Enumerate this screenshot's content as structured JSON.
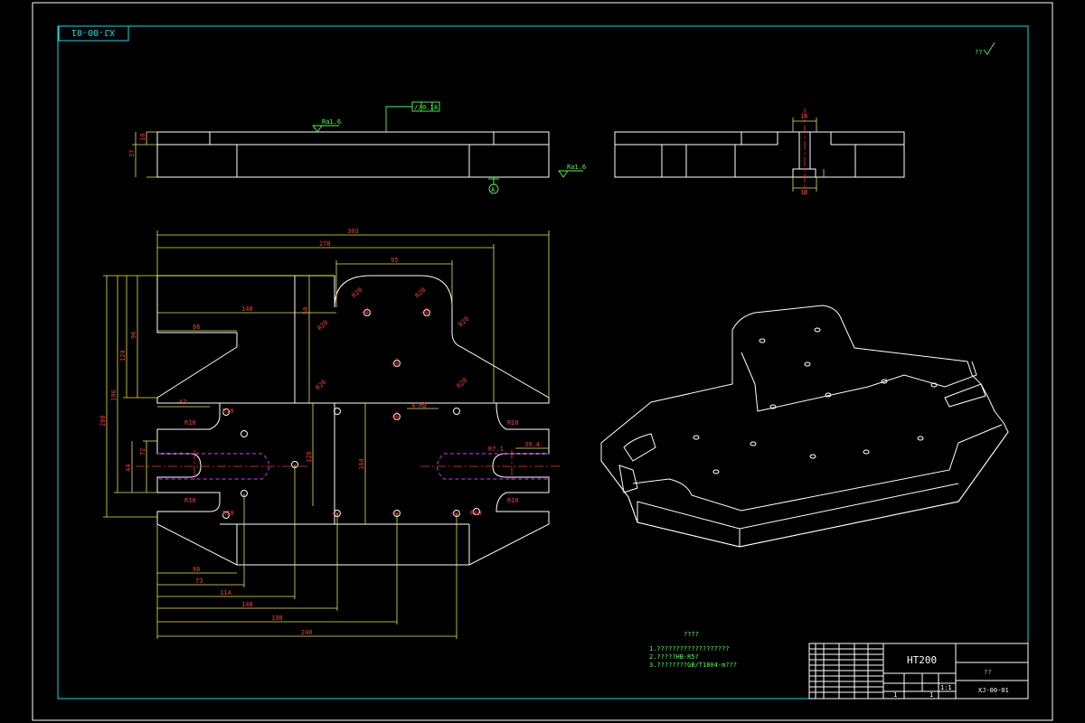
{
  "drawing_number": "XJ-00-01",
  "drawing_number_stamp": "XJ-00-01",
  "corner_mark": "??",
  "surface_marks": [
    "Ra1.6",
    "Ra1.6"
  ],
  "tolerance_frame": [
    "//",
    "0.1",
    "A"
  ],
  "datum_label": "A",
  "dimensions": {
    "overall_width": "303",
    "width_278": "278",
    "top_boss_width": "95",
    "width_148": "148",
    "width_86_top": "86",
    "width_43": "43",
    "width_86_bottom": "86",
    "width_73": "73",
    "width_114": "114",
    "width_148b": "148",
    "width_198": "198",
    "width_248": "248",
    "side_width_14": "14",
    "side_width_18": "18",
    "thickness_10": "10",
    "thickness_37": "37",
    "height_280": "280",
    "height_196": "196",
    "height_124": "124",
    "height_96": "96",
    "height_72": "72",
    "height_44": "44",
    "height_164": "164",
    "height_128": "128",
    "height_50": "50",
    "slot_39_4": "39.4",
    "slot_r7_1": "R7.1",
    "hole_spec": "4-M8",
    "radii": [
      "R10",
      "R10",
      "R10",
      "R10",
      "R10",
      "R10",
      "R10",
      "R20",
      "R20",
      "R20",
      "R20",
      "R20",
      "R20"
    ]
  },
  "notes": {
    "title": "????",
    "lines": [
      "1.???????????????????",
      "2.?????HB-R5?",
      "3.????????GB/T1804-m???"
    ]
  },
  "title_block": {
    "material": "HT200",
    "part_name": "??",
    "drawing_no": "XJ-00-01",
    "scale_cells": [
      "1:1",
      "1",
      "1"
    ]
  }
}
